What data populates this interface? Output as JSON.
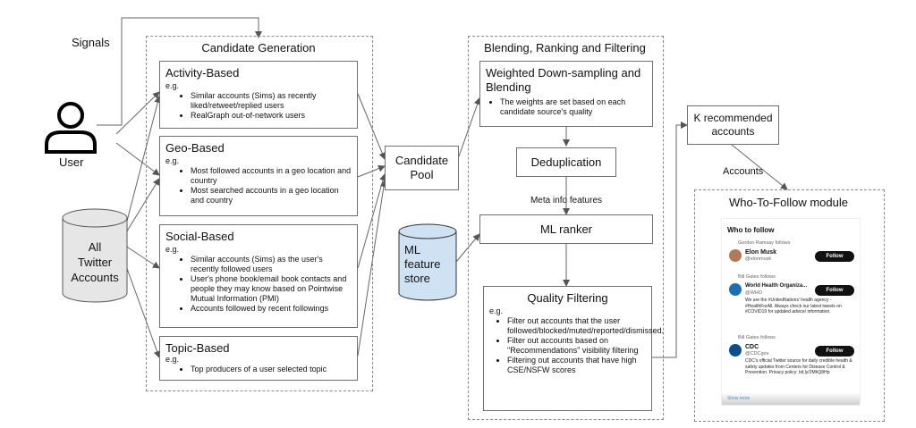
{
  "signals_label": "Signals",
  "user_label": "User",
  "db_label": [
    "All",
    "Twitter",
    "Accounts"
  ],
  "candidate_generation": {
    "title": "Candidate Generation",
    "eg": "e.g.",
    "activity": {
      "title": "Activity-Based",
      "bullets": [
        "Similar accounts (Sims) as recently liked/retweet/replied users",
        "RealGraph out-of-network users"
      ]
    },
    "geo": {
      "title": "Geo-Based",
      "bullets": [
        "Most followed accounts in a geo location and country",
        "Most searched accounts in a geo location and country"
      ]
    },
    "social": {
      "title": "Social-Based",
      "bullets": [
        "Similar accounts (Sims) as the user's recently followed users",
        "User's phone book/email book contacts and people they may know based on Pointwise Mutual Information (PMI)",
        "Accounts followed by recent followings"
      ]
    },
    "topic": {
      "title": "Topic-Based",
      "bullets": [
        "Top producers of a user selected topic"
      ]
    }
  },
  "candidate_pool": "Candidate Pool",
  "ml_store": [
    "ML",
    "feature",
    "store"
  ],
  "blending": {
    "title": "Blending, Ranking and Filtering",
    "weighted_title": "Weighted Down-sampling and Blending",
    "weighted_bullet": "The weights are set based on each candidate source's quality",
    "dedup": "Deduplication",
    "meta": "Meta info features",
    "ranker": "ML ranker",
    "quality_title": "Quality Filtering",
    "quality_eg": "e.g.",
    "quality_bullets": [
      "Filter out accounts that the user followed/blocked/muted/reported/dismissed.",
      "Filter out accounts based on \"Recommendations\" visibility filtering",
      "Filtering out accounts that have high CSE/NSFW scores"
    ]
  },
  "k_recommended": "K recommended accounts",
  "accounts_label": "Accounts",
  "wtf": {
    "title": "Who-To-Follow module",
    "who_to_follow": "Who to follow",
    "follow_btn": "Follow",
    "entries": [
      {
        "followed_by": "Gordon Ramsay follows",
        "name": "Elon Musk",
        "handle": "@elonmusk",
        "desc": ""
      },
      {
        "followed_by": "Bill Gates follows",
        "name": "World Health Organiza...",
        "handle": "@WHO",
        "desc": "We are the #UnitedNations' health agency - #HealthForAll. Always check our latest tweets on #COVID19 for updated advice/ information."
      },
      {
        "followed_by": "Bill Gates follows",
        "name": "CDC",
        "handle": "@CDCgov",
        "desc": "CDC's official Twitter source for daily credible health & safety updates from Centers for Disease Control & Prevention. Privacy policy: bit.ly/2MhQ8Hp"
      }
    ],
    "show_more": "Show more"
  }
}
